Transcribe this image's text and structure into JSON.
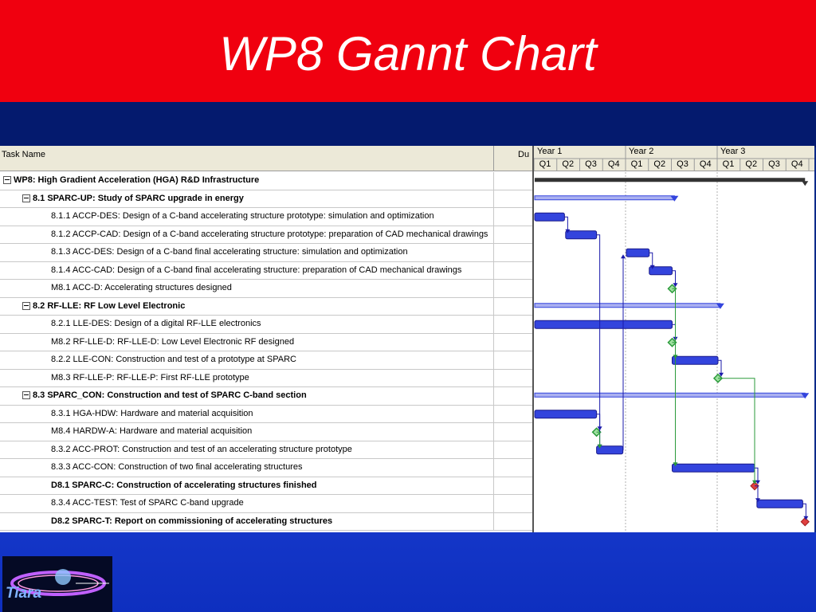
{
  "slide": {
    "title": "WP8 Gannt Chart"
  },
  "table": {
    "col_task": "Task Name",
    "col_duration": "Du",
    "rows": [
      {
        "label": "WP8: High Gradient Acceleration (HGA) R&D Infrastructure",
        "level": 0,
        "bold": true,
        "collapsible": true
      },
      {
        "label": "8.1 SPARC-UP: Study of SPARC upgrade in energy",
        "level": 1,
        "bold": true,
        "collapsible": true
      },
      {
        "label": "8.1.1 ACCP-DES: Design of a C-band accelerating structure prototype: simulation and optimization",
        "level": 2,
        "bold": false
      },
      {
        "label": "8.1.2 ACCP-CAD: Design of a C-band accelerating structure prototype: preparation of CAD mechanical drawings",
        "level": 2,
        "bold": false
      },
      {
        "label": "8.1.3 ACC-DES: Design of a C-band final accelerating structure: simulation and optimization",
        "level": 2,
        "bold": false
      },
      {
        "label": "8.1.4 ACC-CAD: Design of a C-band final accelerating structure: preparation of CAD mechanical drawings",
        "level": 2,
        "bold": false
      },
      {
        "label": "M8.1 ACC-D: Accelerating structures designed",
        "level": 2,
        "bold": false
      },
      {
        "label": "8.2 RF-LLE: RF Low Level Electronic",
        "level": 1,
        "bold": true,
        "collapsible": true
      },
      {
        "label": "8.2.1 LLE-DES: Design of a digital RF-LLE electronics",
        "level": 2,
        "bold": false
      },
      {
        "label": "M8.2 RF-LLE-D: RF-LLE-D: Low Level Electronic RF designed",
        "level": 2,
        "bold": false
      },
      {
        "label": "8.2.2 LLE-CON: Construction and test of a prototype at SPARC",
        "level": 2,
        "bold": false
      },
      {
        "label": "M8.3 RF-LLE-P: RF-LLE-P: First RF-LLE prototype",
        "level": 2,
        "bold": false
      },
      {
        "label": "8.3 SPARC_CON: Construction and test of SPARC C-band section",
        "level": 1,
        "bold": true,
        "collapsible": true
      },
      {
        "label": "8.3.1 HGA-HDW: Hardware and material acquisition",
        "level": 2,
        "bold": false
      },
      {
        "label": "M8.4 HARDW-A: Hardware and material acquisition",
        "level": 2,
        "bold": false
      },
      {
        "label": "8.3.2 ACC-PROT: Construction and test of an accelerating structure prototype",
        "level": 2,
        "bold": false
      },
      {
        "label": "8.3.3 ACC-CON: Construction  of two final accelerating structures",
        "level": 2,
        "bold": false
      },
      {
        "label": "D8.1 SPARC-C: Construction of accelerating structures finished",
        "level": 2,
        "bold": true
      },
      {
        "label": "8.3.4 ACC-TEST: Test of SPARC C-band upgrade",
        "level": 2,
        "bold": false
      },
      {
        "label": "D8.2 SPARC-T: Report on commissioning of accelerating structures",
        "level": 2,
        "bold": true
      }
    ]
  },
  "timeline": {
    "years": [
      "Year 1",
      "Year 2",
      "Year 3"
    ],
    "quarters": [
      "Q1",
      "Q2",
      "Q3",
      "Q4",
      "Q1",
      "Q2",
      "Q3",
      "Q4",
      "Q1",
      "Q2",
      "Q3",
      "Q4"
    ],
    "colors": {
      "bar": "#3344dd",
      "summary": "#3344dd",
      "milestone": "#2a9a3a",
      "deliverable": "#e04040",
      "arrow": "#1a1aaa"
    },
    "tasks": [
      {
        "row": 0,
        "kind": "summary_top",
        "start_q": 0,
        "end_q": 11.8
      },
      {
        "row": 1,
        "kind": "summary",
        "start_q": 0,
        "end_q": 6.1
      },
      {
        "row": 2,
        "kind": "bar",
        "start_q": 0,
        "end_q": 1.3
      },
      {
        "row": 3,
        "kind": "bar",
        "start_q": 1.35,
        "end_q": 2.7
      },
      {
        "row": 4,
        "kind": "bar",
        "start_q": 4.0,
        "end_q": 5.0
      },
      {
        "row": 5,
        "kind": "bar",
        "start_q": 5.0,
        "end_q": 6.0
      },
      {
        "row": 6,
        "kind": "milestone",
        "at_q": 6.0
      },
      {
        "row": 7,
        "kind": "summary",
        "start_q": 0,
        "end_q": 8.1
      },
      {
        "row": 8,
        "kind": "bar",
        "start_q": 0,
        "end_q": 6.0
      },
      {
        "row": 9,
        "kind": "milestone",
        "at_q": 6.0
      },
      {
        "row": 10,
        "kind": "bar",
        "start_q": 6.0,
        "end_q": 8.0
      },
      {
        "row": 11,
        "kind": "milestone",
        "at_q": 8.0
      },
      {
        "row": 12,
        "kind": "summary",
        "start_q": 0,
        "end_q": 11.8
      },
      {
        "row": 13,
        "kind": "bar",
        "start_q": 0,
        "end_q": 2.7
      },
      {
        "row": 14,
        "kind": "milestone",
        "at_q": 2.7
      },
      {
        "row": 15,
        "kind": "bar",
        "start_q": 2.7,
        "end_q": 3.85
      },
      {
        "row": 16,
        "kind": "bar",
        "start_q": 6.0,
        "end_q": 9.6
      },
      {
        "row": 17,
        "kind": "deliverable",
        "at_q": 9.6
      },
      {
        "row": 18,
        "kind": "bar",
        "start_q": 9.7,
        "end_q": 11.7
      },
      {
        "row": 19,
        "kind": "deliverable",
        "at_q": 11.8
      }
    ]
  },
  "logo": {
    "text": "Tiara"
  }
}
